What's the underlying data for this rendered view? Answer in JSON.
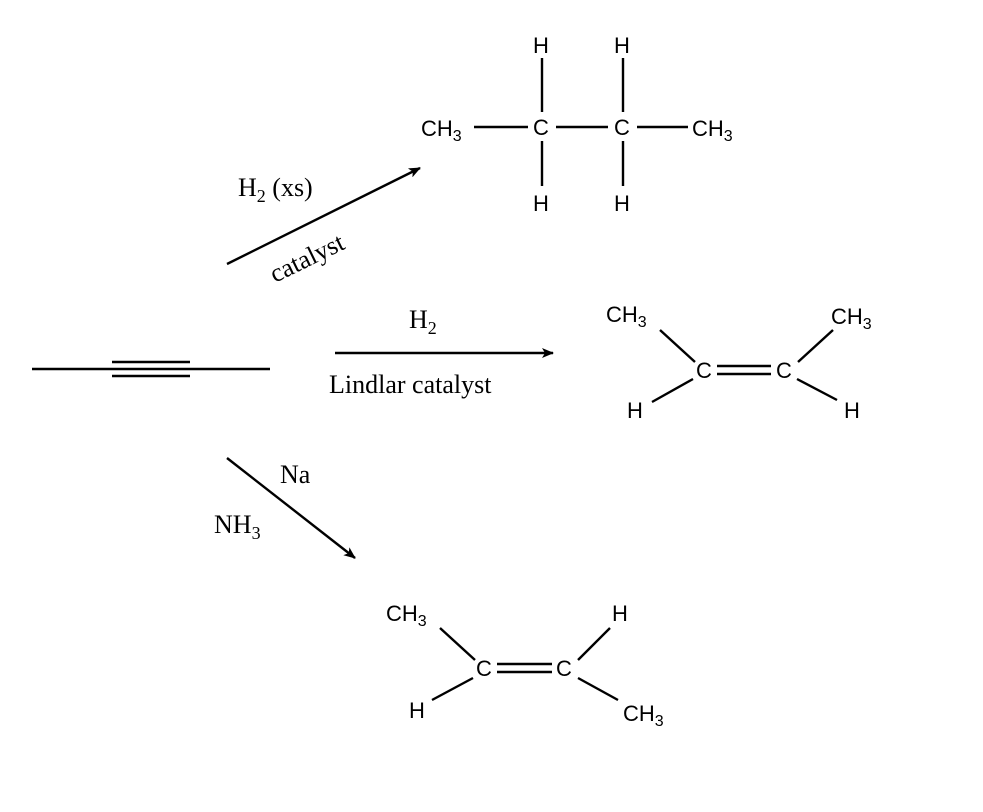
{
  "atoms": {
    "c": "C",
    "h": "H",
    "ch": "CH",
    "three": "3"
  },
  "reactions": {
    "hydrogenation_full": {
      "reagent_main": "H",
      "reagent_sub": "2",
      "reagent_suffix": " (xs)",
      "condition": "catalyst"
    },
    "lindlar": {
      "reagent_main": "H",
      "reagent_sub": "2",
      "condition": "Lindlar catalyst"
    },
    "dissolving_metal": {
      "reagent": "Na",
      "solvent_main": "NH",
      "solvent_sub": "3"
    }
  },
  "colors": {
    "ink": "#000000",
    "background": "#ffffff"
  }
}
